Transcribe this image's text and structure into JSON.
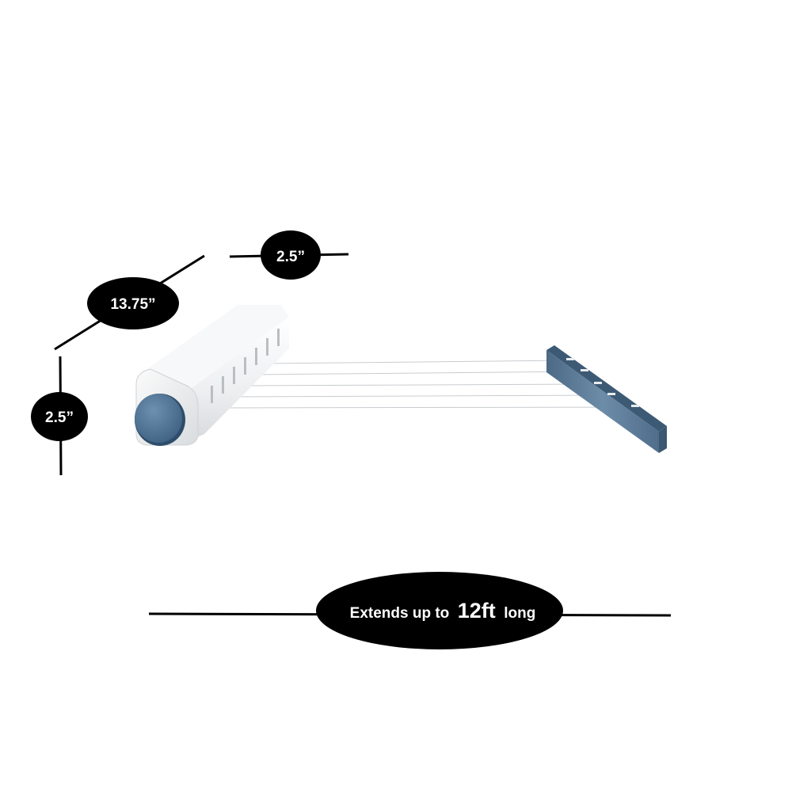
{
  "dimensions": {
    "depth_label": "2.5”",
    "length_label": "13.75”",
    "height_label": "2.5”"
  },
  "extension": {
    "prefix": "Extends up to",
    "value": "12ft",
    "suffix": "long"
  },
  "colors": {
    "badge": "#000000",
    "badge_text": "#ffffff",
    "housing": "#eef0f2",
    "knob": "#4a6f92",
    "end_bar": "#5f7f9c",
    "lines": "#ffffff"
  },
  "icons": {
    "housing": "retractable-reel-housing",
    "knob": "reel-knob",
    "end_bar": "clothesline-end-bar"
  }
}
